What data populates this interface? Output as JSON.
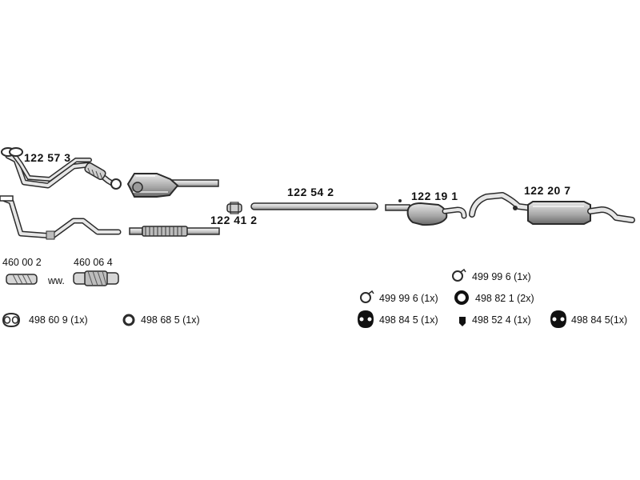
{
  "parts": {
    "front_pipe": "122 57 3",
    "center_pipe": "122 54 2",
    "clamp": "122 41 2",
    "mid_silencer": "122 19 1",
    "rear_silencer": "122 20 7",
    "flex_a": "460 00 2",
    "flex_b": "460 06 4",
    "flex_sep": "ww."
  },
  "fittings": {
    "gasket_left": "498 60 9 (1x)",
    "ring_left": "498 68 5  (1x)",
    "clamp_top": "499 99 6 (1x)",
    "clamp_mid": "499 99 6 (1x)",
    "ring_mid": "498 82 1 (2x)",
    "hanger_a": "498 84 5 (1x)",
    "rubber": "498 52 4  (1x)",
    "hanger_b": "498 84 5(1x)"
  },
  "colors": {
    "outline": "#2b2b2b",
    "fill": "#d9d9d9",
    "light": "#eeeeee",
    "dark": "#555555"
  }
}
